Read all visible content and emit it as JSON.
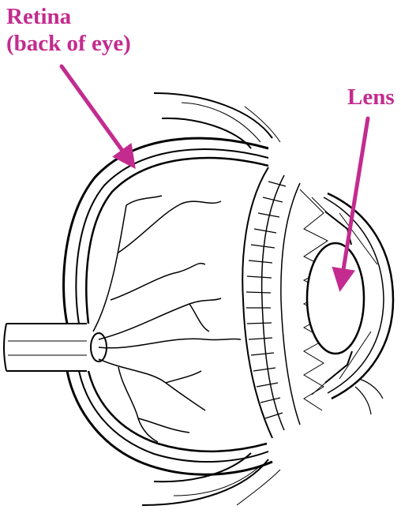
{
  "labels": {
    "retina_line1": "Retina",
    "retina_line2": "(back of eye)",
    "lens": "Lens"
  },
  "colors": {
    "label": "#c32b8f",
    "arrow": "#c32b8f",
    "outline": "#000000",
    "background": "#ffffff"
  }
}
